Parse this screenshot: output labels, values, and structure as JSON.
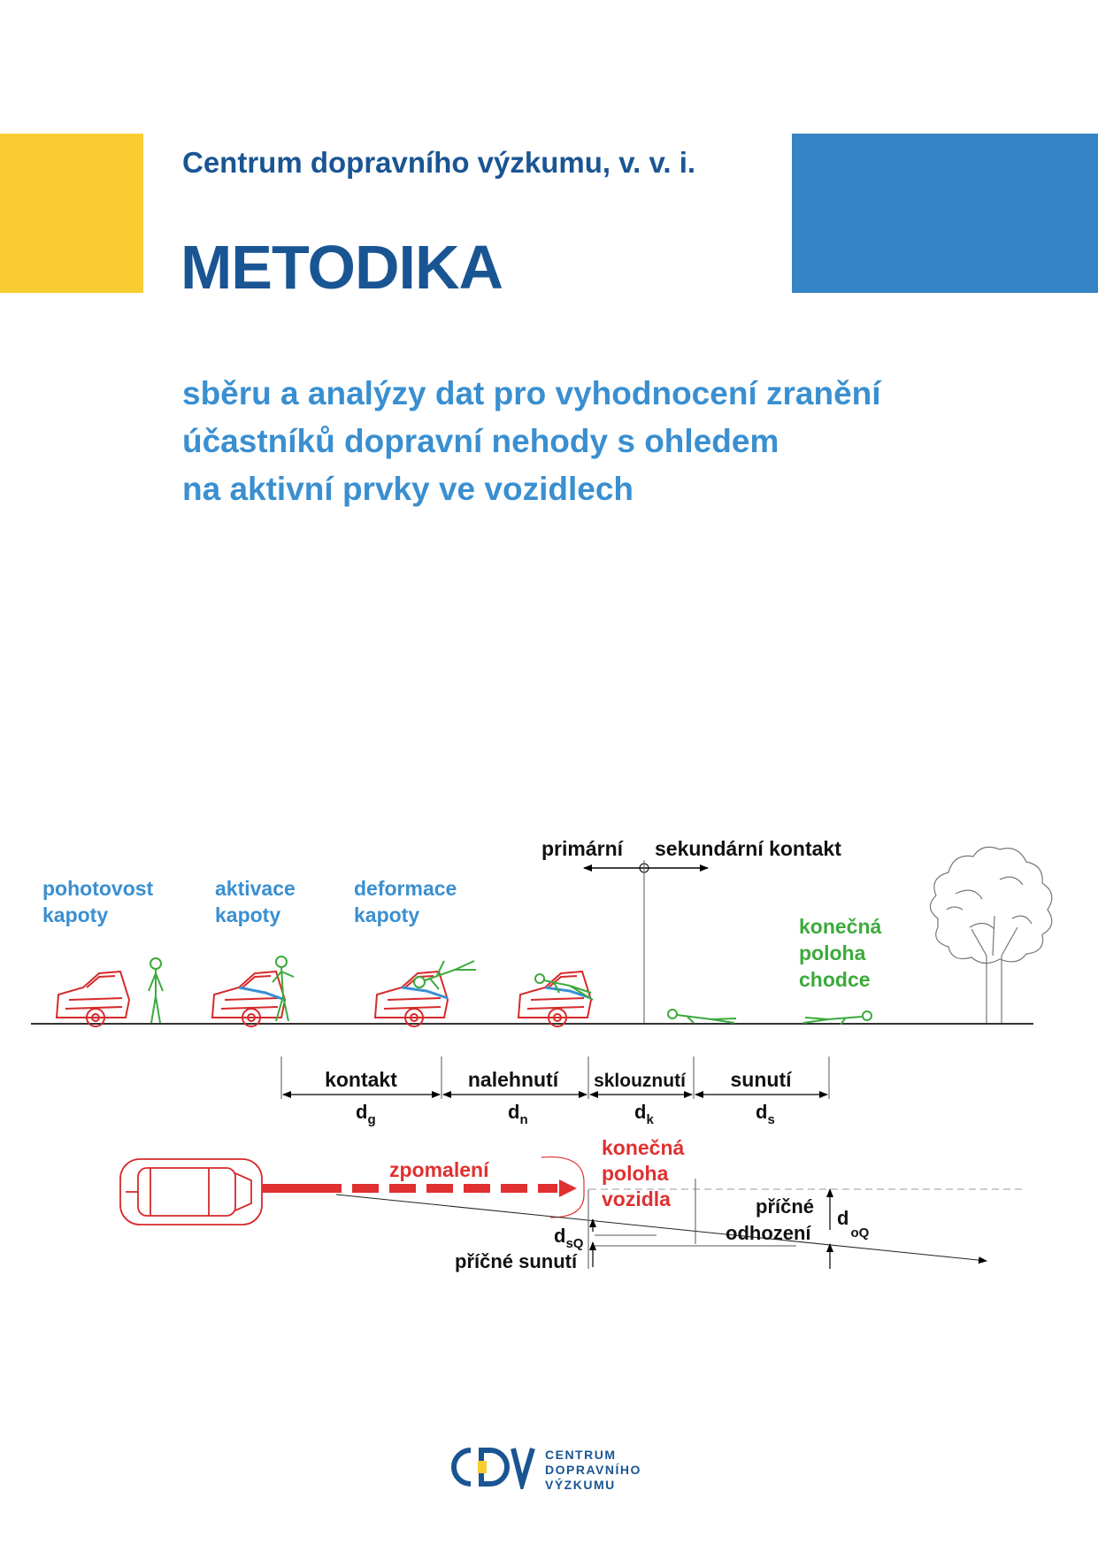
{
  "header": {
    "organization": "Centrum dopravního výzkumu, v. v. i.",
    "title": "METODIKA",
    "subtitle_lines": [
      "sběru a analýzy dat pro vyhodnocení zranění",
      "účastníků dopravní nehody s ohledem",
      "na aktivní prvky ve vozidlech"
    ]
  },
  "diagram": {
    "top_labels": {
      "primary": "primární",
      "secondary": "sekundární kontakt"
    },
    "phase_labels": [
      [
        "pohotovost",
        "kapoty"
      ],
      [
        "aktivace",
        "kapoty"
      ],
      [
        "deformace",
        "kapoty"
      ]
    ],
    "pedestrian_final": [
      "konečná",
      "poloha",
      "chodce"
    ],
    "segments": [
      {
        "label": "kontakt",
        "symbol": "d",
        "sub": "g"
      },
      {
        "label": "nalehnutí",
        "symbol": "d",
        "sub": "n"
      },
      {
        "label": "sklouznutí",
        "symbol": "d",
        "sub": "k"
      },
      {
        "label": "sunutí",
        "symbol": "d",
        "sub": "s"
      }
    ],
    "deceleration": "zpomalení",
    "vehicle_final": [
      "konečná",
      "poloha",
      "vozidla"
    ],
    "lateral_throw": [
      "příčné",
      "odhození"
    ],
    "lateral_throw_symbol": {
      "symbol": "d",
      "sub": "oQ"
    },
    "lateral_slide": "příčné sunutí",
    "lateral_slide_symbol": {
      "symbol": "d",
      "sub": "sQ"
    }
  },
  "logo": {
    "lines": [
      "CENTRUM",
      "DOPRAVNÍHO",
      "VÝZKUMU"
    ]
  },
  "colors": {
    "dark_blue": "#1a5593",
    "light_blue": "#3a8fd0",
    "yellow": "#f9cd32",
    "block_blue": "#3584c6",
    "red": "#e03030",
    "green": "#3caa3c"
  }
}
